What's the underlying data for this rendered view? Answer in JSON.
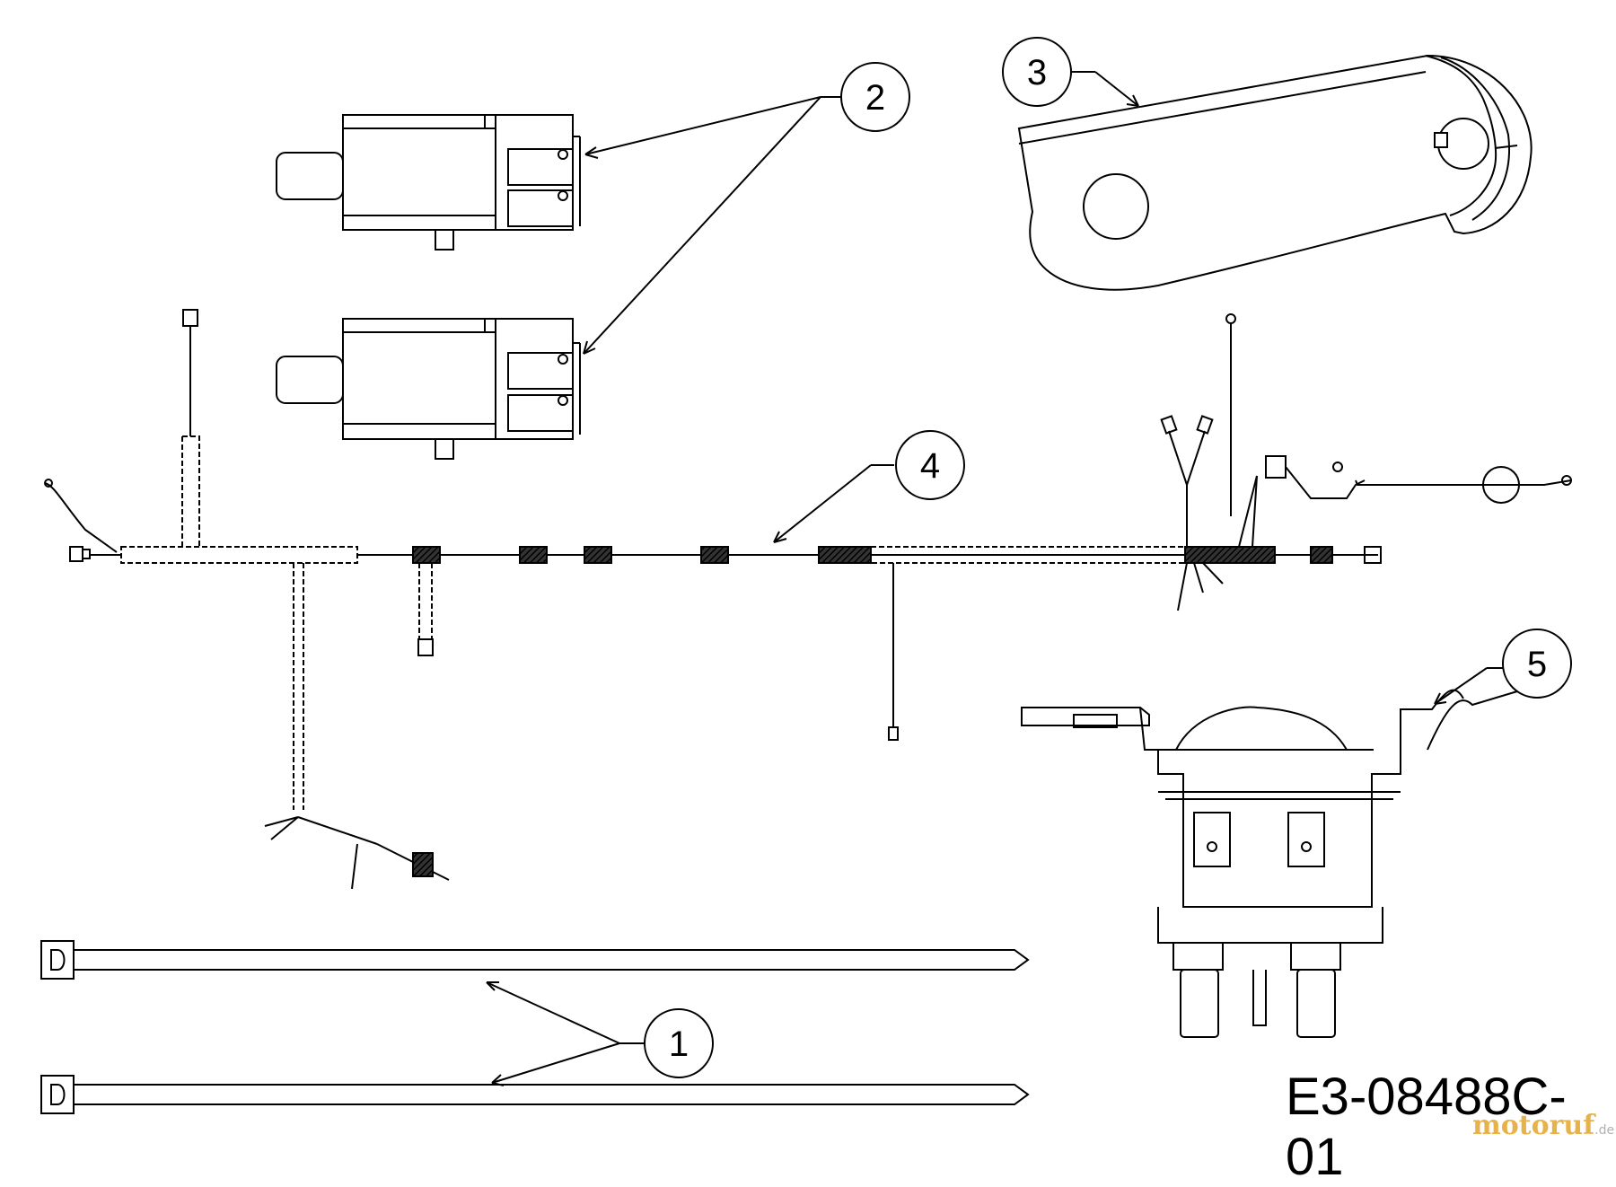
{
  "callouts": [
    {
      "id": "1",
      "label": "1"
    },
    {
      "id": "2",
      "label": "2"
    },
    {
      "id": "3",
      "label": "3"
    },
    {
      "id": "4",
      "label": "4"
    },
    {
      "id": "5",
      "label": "5"
    }
  ],
  "document_code": "E3-08488C-01",
  "watermark": {
    "brand": "motoruf",
    "tld": ".de"
  },
  "colors": {
    "line": "#000000",
    "background": "#ffffff",
    "watermark": "#e8b24a"
  }
}
